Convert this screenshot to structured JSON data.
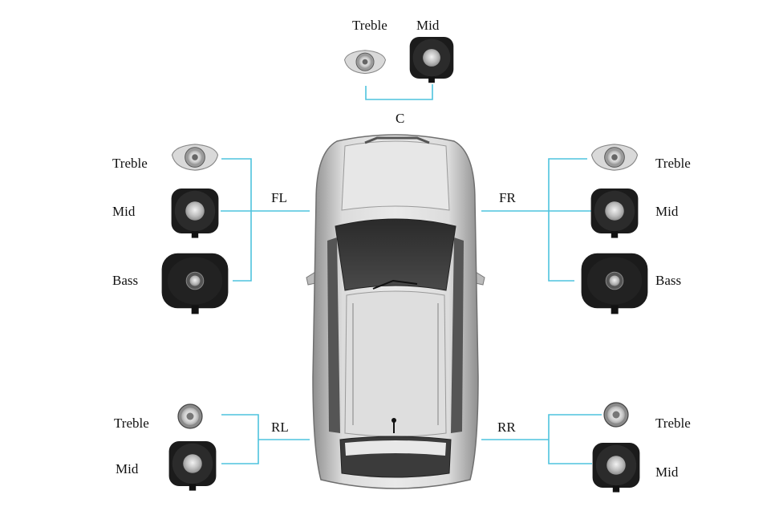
{
  "colors": {
    "connector": "#4ec3de",
    "speaker_dark": "#1b1b1b",
    "speaker_cone": "#c8c8c8",
    "tweeter": "#d9d9d9",
    "car_body": "#c9c9c9",
    "glass": "#3a3a3a"
  },
  "groups": {
    "C": {
      "label": "C",
      "speakers": [
        {
          "label": "Treble",
          "icon": "tweeter-icon"
        },
        {
          "label": "Mid",
          "icon": "midrange-speaker-icon"
        }
      ]
    },
    "FL": {
      "label": "FL",
      "speakers": [
        {
          "label": "Treble",
          "icon": "tweeter-icon"
        },
        {
          "label": "Mid",
          "icon": "midrange-speaker-icon"
        },
        {
          "label": "Bass",
          "icon": "subwoofer-icon"
        }
      ]
    },
    "FR": {
      "label": "FR",
      "speakers": [
        {
          "label": "Treble",
          "icon": "tweeter-icon"
        },
        {
          "label": "Mid",
          "icon": "midrange-speaker-icon"
        },
        {
          "label": "Bass",
          "icon": "subwoofer-icon"
        }
      ]
    },
    "RL": {
      "label": "RL",
      "speakers": [
        {
          "label": "Treble",
          "icon": "tweeter-icon"
        },
        {
          "label": "Mid",
          "icon": "midrange-speaker-icon"
        }
      ]
    },
    "RR": {
      "label": "RR",
      "speakers": [
        {
          "label": "Treble",
          "icon": "tweeter-icon"
        },
        {
          "label": "Mid",
          "icon": "midrange-speaker-icon"
        }
      ]
    }
  },
  "car": {
    "icon": "car-top-view-icon"
  }
}
